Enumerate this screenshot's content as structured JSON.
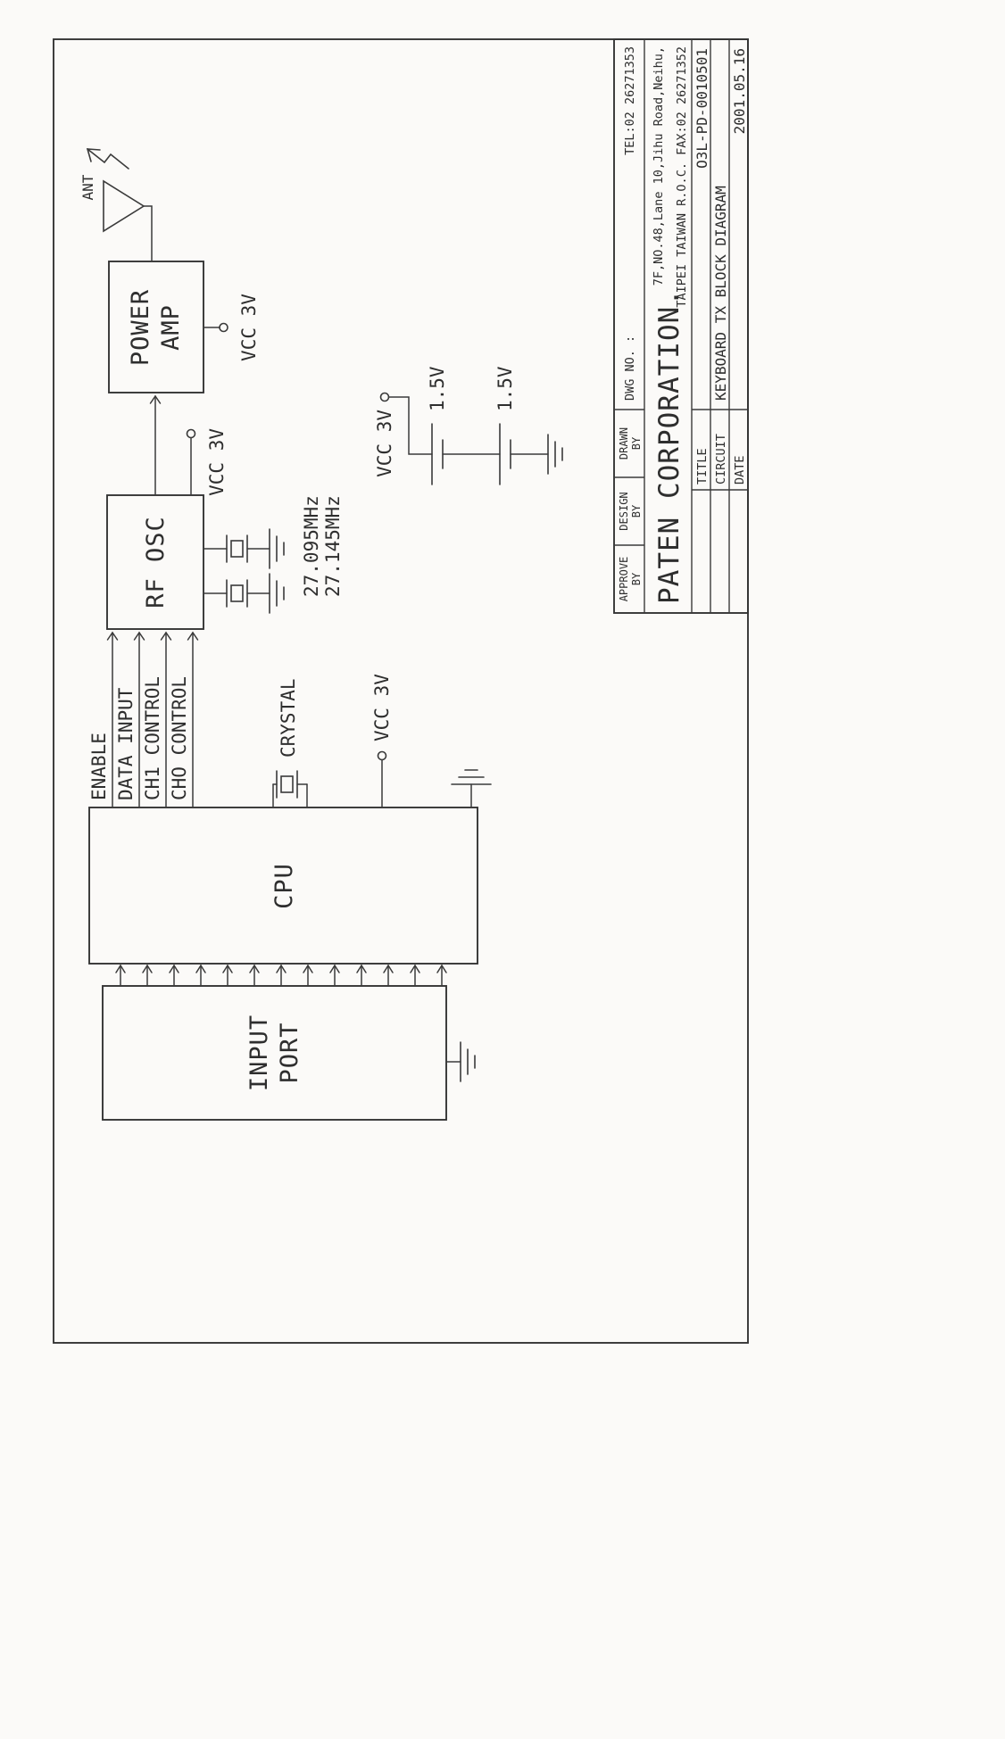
{
  "colors": {
    "paper": "#fbfaf8",
    "ink": "#3a3a3a"
  },
  "diagram": {
    "ant_label": "ANT",
    "blocks": {
      "input_port": {
        "lines": [
          "INPUT",
          "PORT"
        ]
      },
      "cpu": {
        "label": "CPU"
      },
      "rf_osc": {
        "label": "RF OSC"
      },
      "power_amp": {
        "lines": [
          "POWER",
          "AMP"
        ]
      }
    },
    "cpu_to_rf_signals": [
      "ENABLE",
      "DATA INPUT",
      "CH1 CONTROL",
      "CHO CONTROL"
    ],
    "labels": {
      "vcc_power_amp": "VCC 3V",
      "vcc_rf_osc": "VCC 3V",
      "vcc_cpu": "VCC 3V",
      "vcc_battery": "VCC 3V",
      "crystal": "CRYSTAL",
      "freq_1": "27.095MHz",
      "freq_2": "27.145MHz",
      "battery_1": "1.5V",
      "battery_2": "1.5V"
    }
  },
  "title_block": {
    "approve": {
      "line1": "APPROVE",
      "line2": "BY"
    },
    "design": {
      "line1": "DESIGN",
      "line2": "BY"
    },
    "drawn": {
      "line1": "DRAWN",
      "line2": "BY"
    },
    "dwg_no_label": "DWG NO. :",
    "company": "PATEN CORPORATION.",
    "tel": "TEL:02 26271353",
    "address1": "7F,NO.48,Lane 10,Jihu Road,Neihu,",
    "address2": "TAIPEI TAIWAN R.O.C. FAX:02 26271352",
    "title_label": "TITLE",
    "title_value": "O3L-PD-0010501",
    "circuit_label": "CIRCUIT",
    "circuit_value": "KEYBOARD TX BLOCK DIAGRAM",
    "date_label": "DATE",
    "date_value": "2001.05.16"
  }
}
